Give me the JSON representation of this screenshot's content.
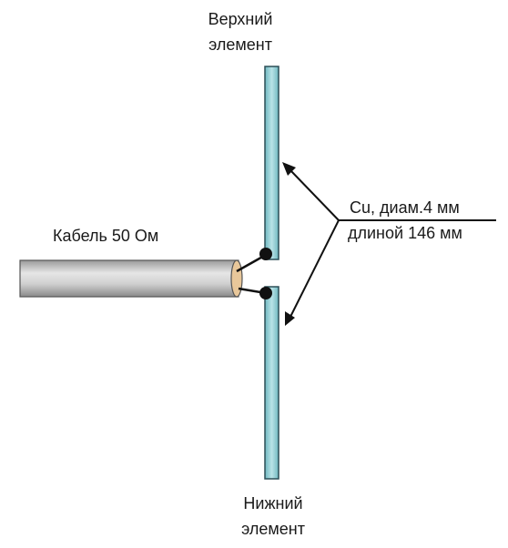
{
  "labels": {
    "top_element_line1": "Верхний",
    "top_element_line2": "элемент",
    "bottom_element_line1": "Нижний",
    "bottom_element_line2": "элемент",
    "cable": "Кабель 50 Ом",
    "spec_line1": "Cu, диам.4 мм",
    "spec_line2": "длиной 146 мм"
  },
  "colors": {
    "rod_fill": "#8ecdd3",
    "rod_stroke": "#2b4e57",
    "cable_fill": "#c4c4c4",
    "cable_end": "#e8c79a",
    "wire": "#111111"
  }
}
